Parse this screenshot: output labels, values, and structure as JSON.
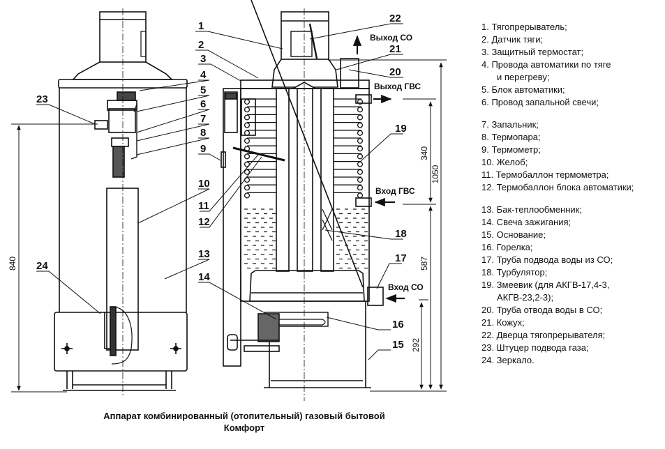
{
  "caption": {
    "line1": "Аппарат комбинированный (отопительный) газовый бытовой",
    "line2": "Комфорт"
  },
  "legend": {
    "groups": [
      {
        "items": [
          {
            "text": "1. Тягопрерыватель;"
          },
          {
            "text": "2. Датчик тяги;"
          },
          {
            "text": "3. Защитный термостат;"
          },
          {
            "text": "4. Провода автоматики по тяге",
            "cont": "и перегреву;"
          },
          {
            "text": "5. Блок автоматики;"
          },
          {
            "text": "6. Провод запальной свечи;"
          }
        ]
      },
      {
        "items": [
          {
            "text": "7. Запальник;"
          },
          {
            "text": "8. Термопара;"
          },
          {
            "text": "9. Термометр;"
          },
          {
            "text": "10. Желоб;"
          },
          {
            "text": "11. Термобаллон термометра;"
          },
          {
            "text": "12. Термобаллон блока автоматики;"
          }
        ]
      },
      {
        "items": [
          {
            "text": "13. Бак-теплообменник;"
          },
          {
            "text": "14. Свеча зажигания;"
          },
          {
            "text": "15. Основание;"
          },
          {
            "text": "16. Горелка;"
          },
          {
            "text": "17. Труба подвода воды из СО;"
          },
          {
            "text": "18. Турбулятор;"
          },
          {
            "text": "19. Змеевик (для АКГВ-17,4-3,",
            "cont": "АКГВ-23,2-3);"
          },
          {
            "text": "20. Труба отвода воды в СО;"
          },
          {
            "text": "21. Кожух;"
          },
          {
            "text": "22. Дверца тягопрерывателя;"
          },
          {
            "text": "23. Штуцер подвода газа;"
          },
          {
            "text": "24. Зеркало."
          }
        ]
      }
    ]
  },
  "callouts": {
    "n1": "1",
    "n2": "2",
    "n3": "3",
    "n4": "4",
    "n5": "5",
    "n6": "6",
    "n7": "7",
    "n8": "8",
    "n9": "9",
    "n10": "10",
    "n11": "11",
    "n12": "12",
    "n13": "13",
    "n14": "14",
    "n15": "15",
    "n16": "16",
    "n17": "17",
    "n18": "18",
    "n19": "19",
    "n20": "20",
    "n21": "21",
    "n22": "22",
    "n23": "23",
    "n24": "24"
  },
  "flows": {
    "co_out": "Выход СО",
    "dhw_out": "Выход ГВС",
    "dhw_in": "Вход ГВС",
    "co_in": "Вход СО"
  },
  "dimensions": {
    "front_height": "840",
    "coil_height": "340",
    "total_height": "1050",
    "co_out_height": "587",
    "co_in_height": "292"
  }
}
